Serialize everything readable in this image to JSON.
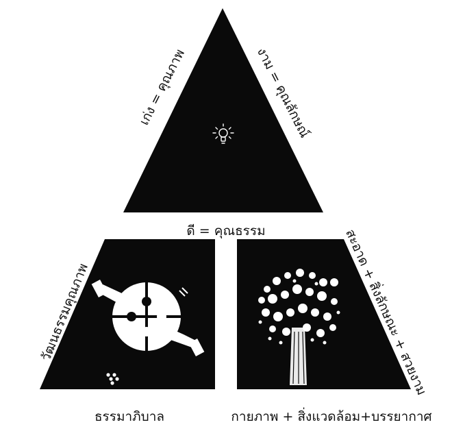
{
  "diagram": {
    "top_left_label": "เก่ง = คุณภาพ",
    "top_right_label": "งาม = คุณลักษณ์",
    "center_label": "ดี = คุณธรรม",
    "left_side_label": "วัฒนธรรมคุณภาพ",
    "right_side_label": "สะอาด + สิ่งลักษณะ + สวยงาม",
    "bottom_left_label": "ธรรมาภิบาล",
    "bottom_right_label": "กายภาพ + สิ่งแวดล้อม+บรรยากาศ",
    "icons": {
      "top": "lightbulb-icon",
      "bottom_left": "puzzle-hands-icon",
      "bottom_right": "flower-tree-icon"
    },
    "colors": {
      "shape_fill": "#0a0a0a",
      "text": "#111111",
      "icon": "#ffffff"
    }
  }
}
